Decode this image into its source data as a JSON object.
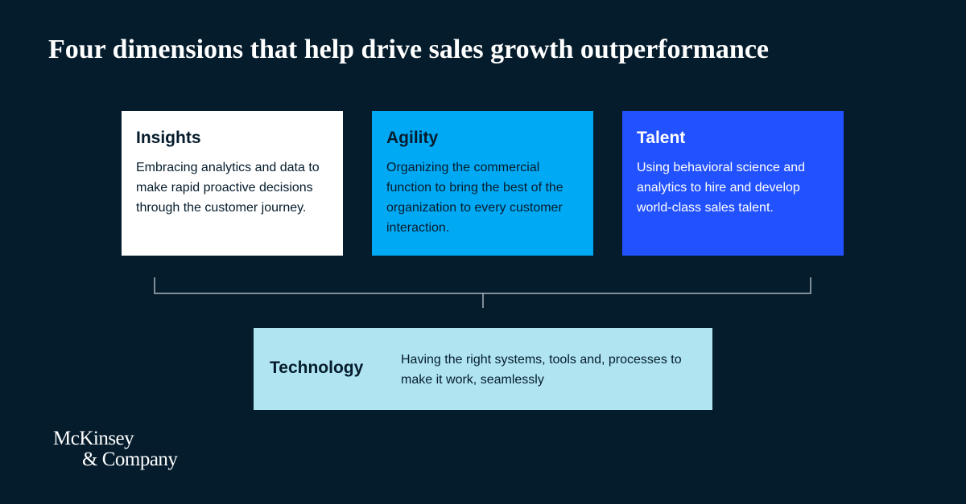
{
  "title": "Four dimensions that help drive sales growth outperformance",
  "cards": [
    {
      "title": "Insights",
      "text": "Embracing analytics and data to make rapid proactive decisions through the customer journey.",
      "color": "#ffffff"
    },
    {
      "title": "Agility",
      "text": "Organizing the commercial function to bring the best of the organization to every customer interaction.",
      "color": "#00a9f4"
    },
    {
      "title": "Talent",
      "text": "Using behavioral science and analytics to hire and develop world-class sales talent.",
      "color": "#2251ff"
    }
  ],
  "foundation": {
    "title": "Technology",
    "text": "Having the right systems, tools and, processes to make it work, seamlessly",
    "color": "#afe4f0"
  },
  "logo": {
    "line1": "McKinsey",
    "line2": "& Company"
  },
  "colors": {
    "background": "#051c2c",
    "bracket": "#a9b3bb"
  }
}
